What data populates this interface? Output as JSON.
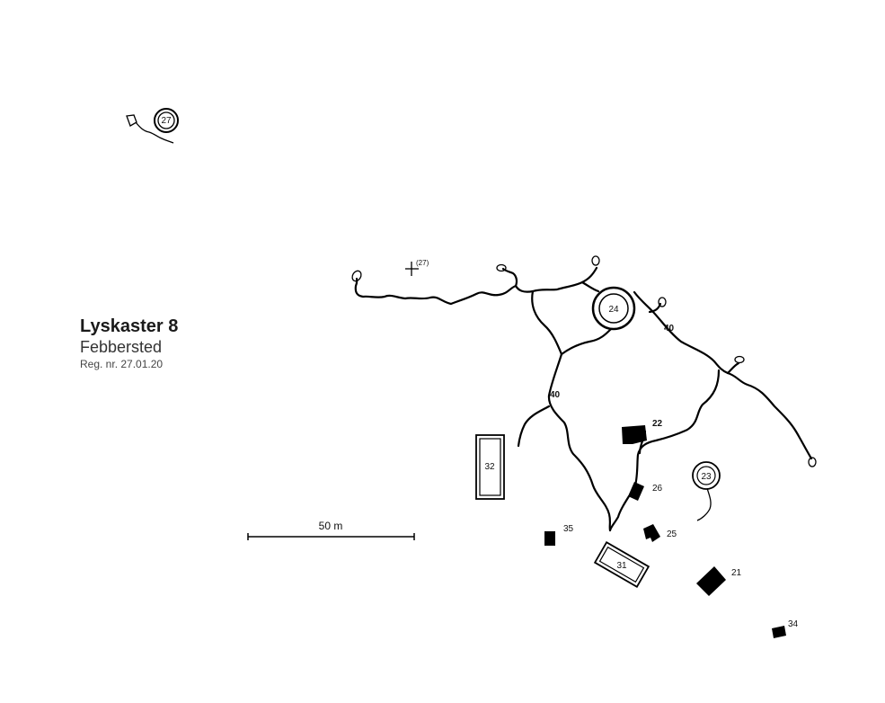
{
  "header": {
    "title": "Lyskaster 8",
    "subtitle": "Febbersted",
    "reg": "Reg. nr. 27.01.20"
  },
  "scale": {
    "label": "50 m"
  },
  "features": {
    "circle_27": "27",
    "marker_27": "(27)",
    "circle_24": "24",
    "circle_23": "23",
    "rect_32": "32",
    "rect_31": "31",
    "label_40_upper": "40",
    "label_40_lower": "40",
    "block_22": "22",
    "block_26": "26",
    "block_25": "25",
    "block_35": "35",
    "block_21": "21",
    "block_34": "34"
  },
  "colors": {
    "ink": "#000000",
    "background": "#ffffff"
  }
}
